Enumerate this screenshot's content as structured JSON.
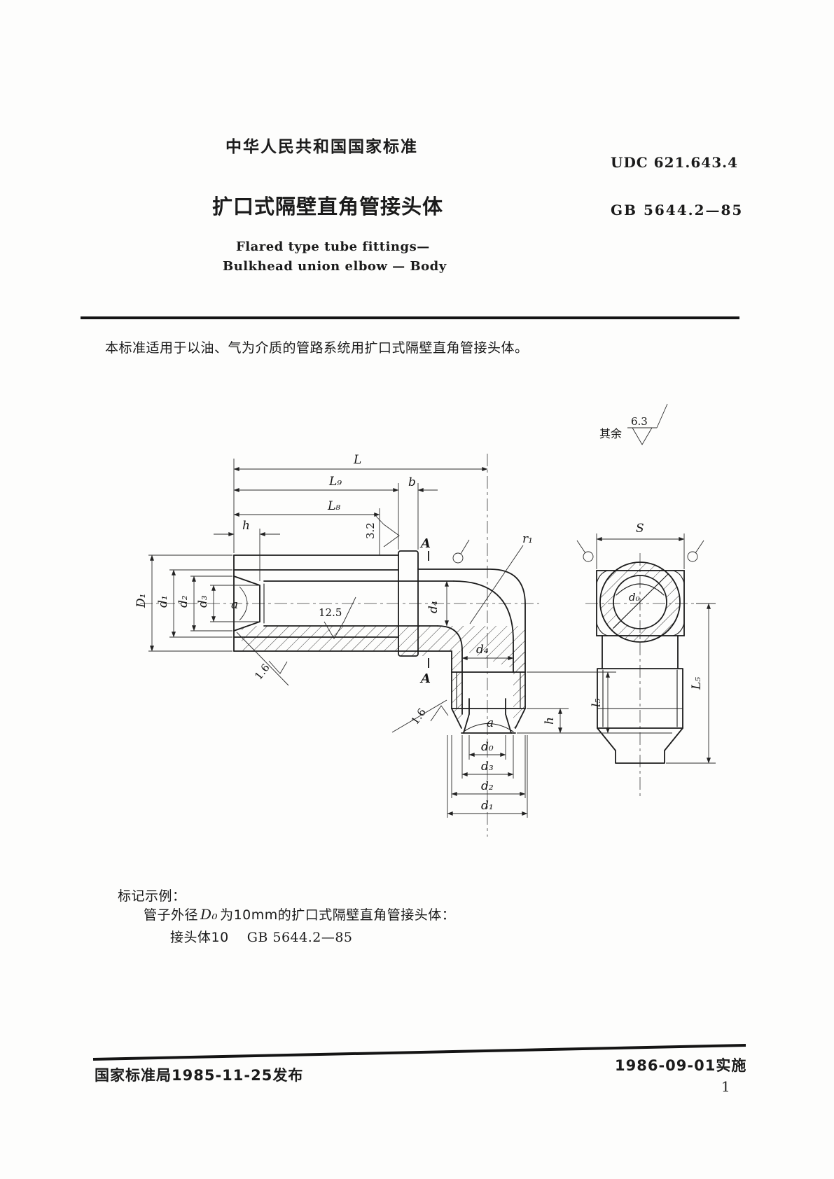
{
  "theme": {
    "paper": "#fdfdfc",
    "ink": "#1b1b1b"
  },
  "header": {
    "title_cn": "中华人民共和国国家标准",
    "udc": "UDC 621.643.4",
    "title_doc": "扩口式隔壁直角管接头体",
    "std_no": "GB 5644.2—85",
    "title_en_1": "Flared type tube fittings—",
    "title_en_2": "Bulkhead union elbow — Body"
  },
  "scope": "本标准适用于以油、气为介质的管路系统用扩口式隔壁直角管接头体。",
  "drawing": {
    "surface_note": {
      "prefix": "其余",
      "value": "6.3"
    },
    "labels": {
      "L": "L",
      "L9": "L₉",
      "L8": "L₈",
      "h": "h",
      "b": "b",
      "r3_2": "3.2",
      "r12_5": "12.5",
      "r1_6": "1.6",
      "A": "A",
      "D1": "D₁",
      "d1": "d₁",
      "d2": "d₂",
      "d3": "d₃",
      "d4": "d₄",
      "d0": "d₀",
      "alpha": "a",
      "r1": "r₁",
      "l5": "l₅",
      "S": "S",
      "L5": "L₅"
    }
  },
  "marking": {
    "title": "标记示例：",
    "line1_prefix": "管子外径",
    "line1_symbol": "D₀",
    "line1_suffix": "为10mm的扩口式隔壁直角管接头体：",
    "line2_part": "接头体10",
    "line2_std": "GB 5644.2—85"
  },
  "footer": {
    "issued": "国家标准局1985-11-25发布",
    "effective": "1986-09-01实施",
    "page": "1"
  }
}
